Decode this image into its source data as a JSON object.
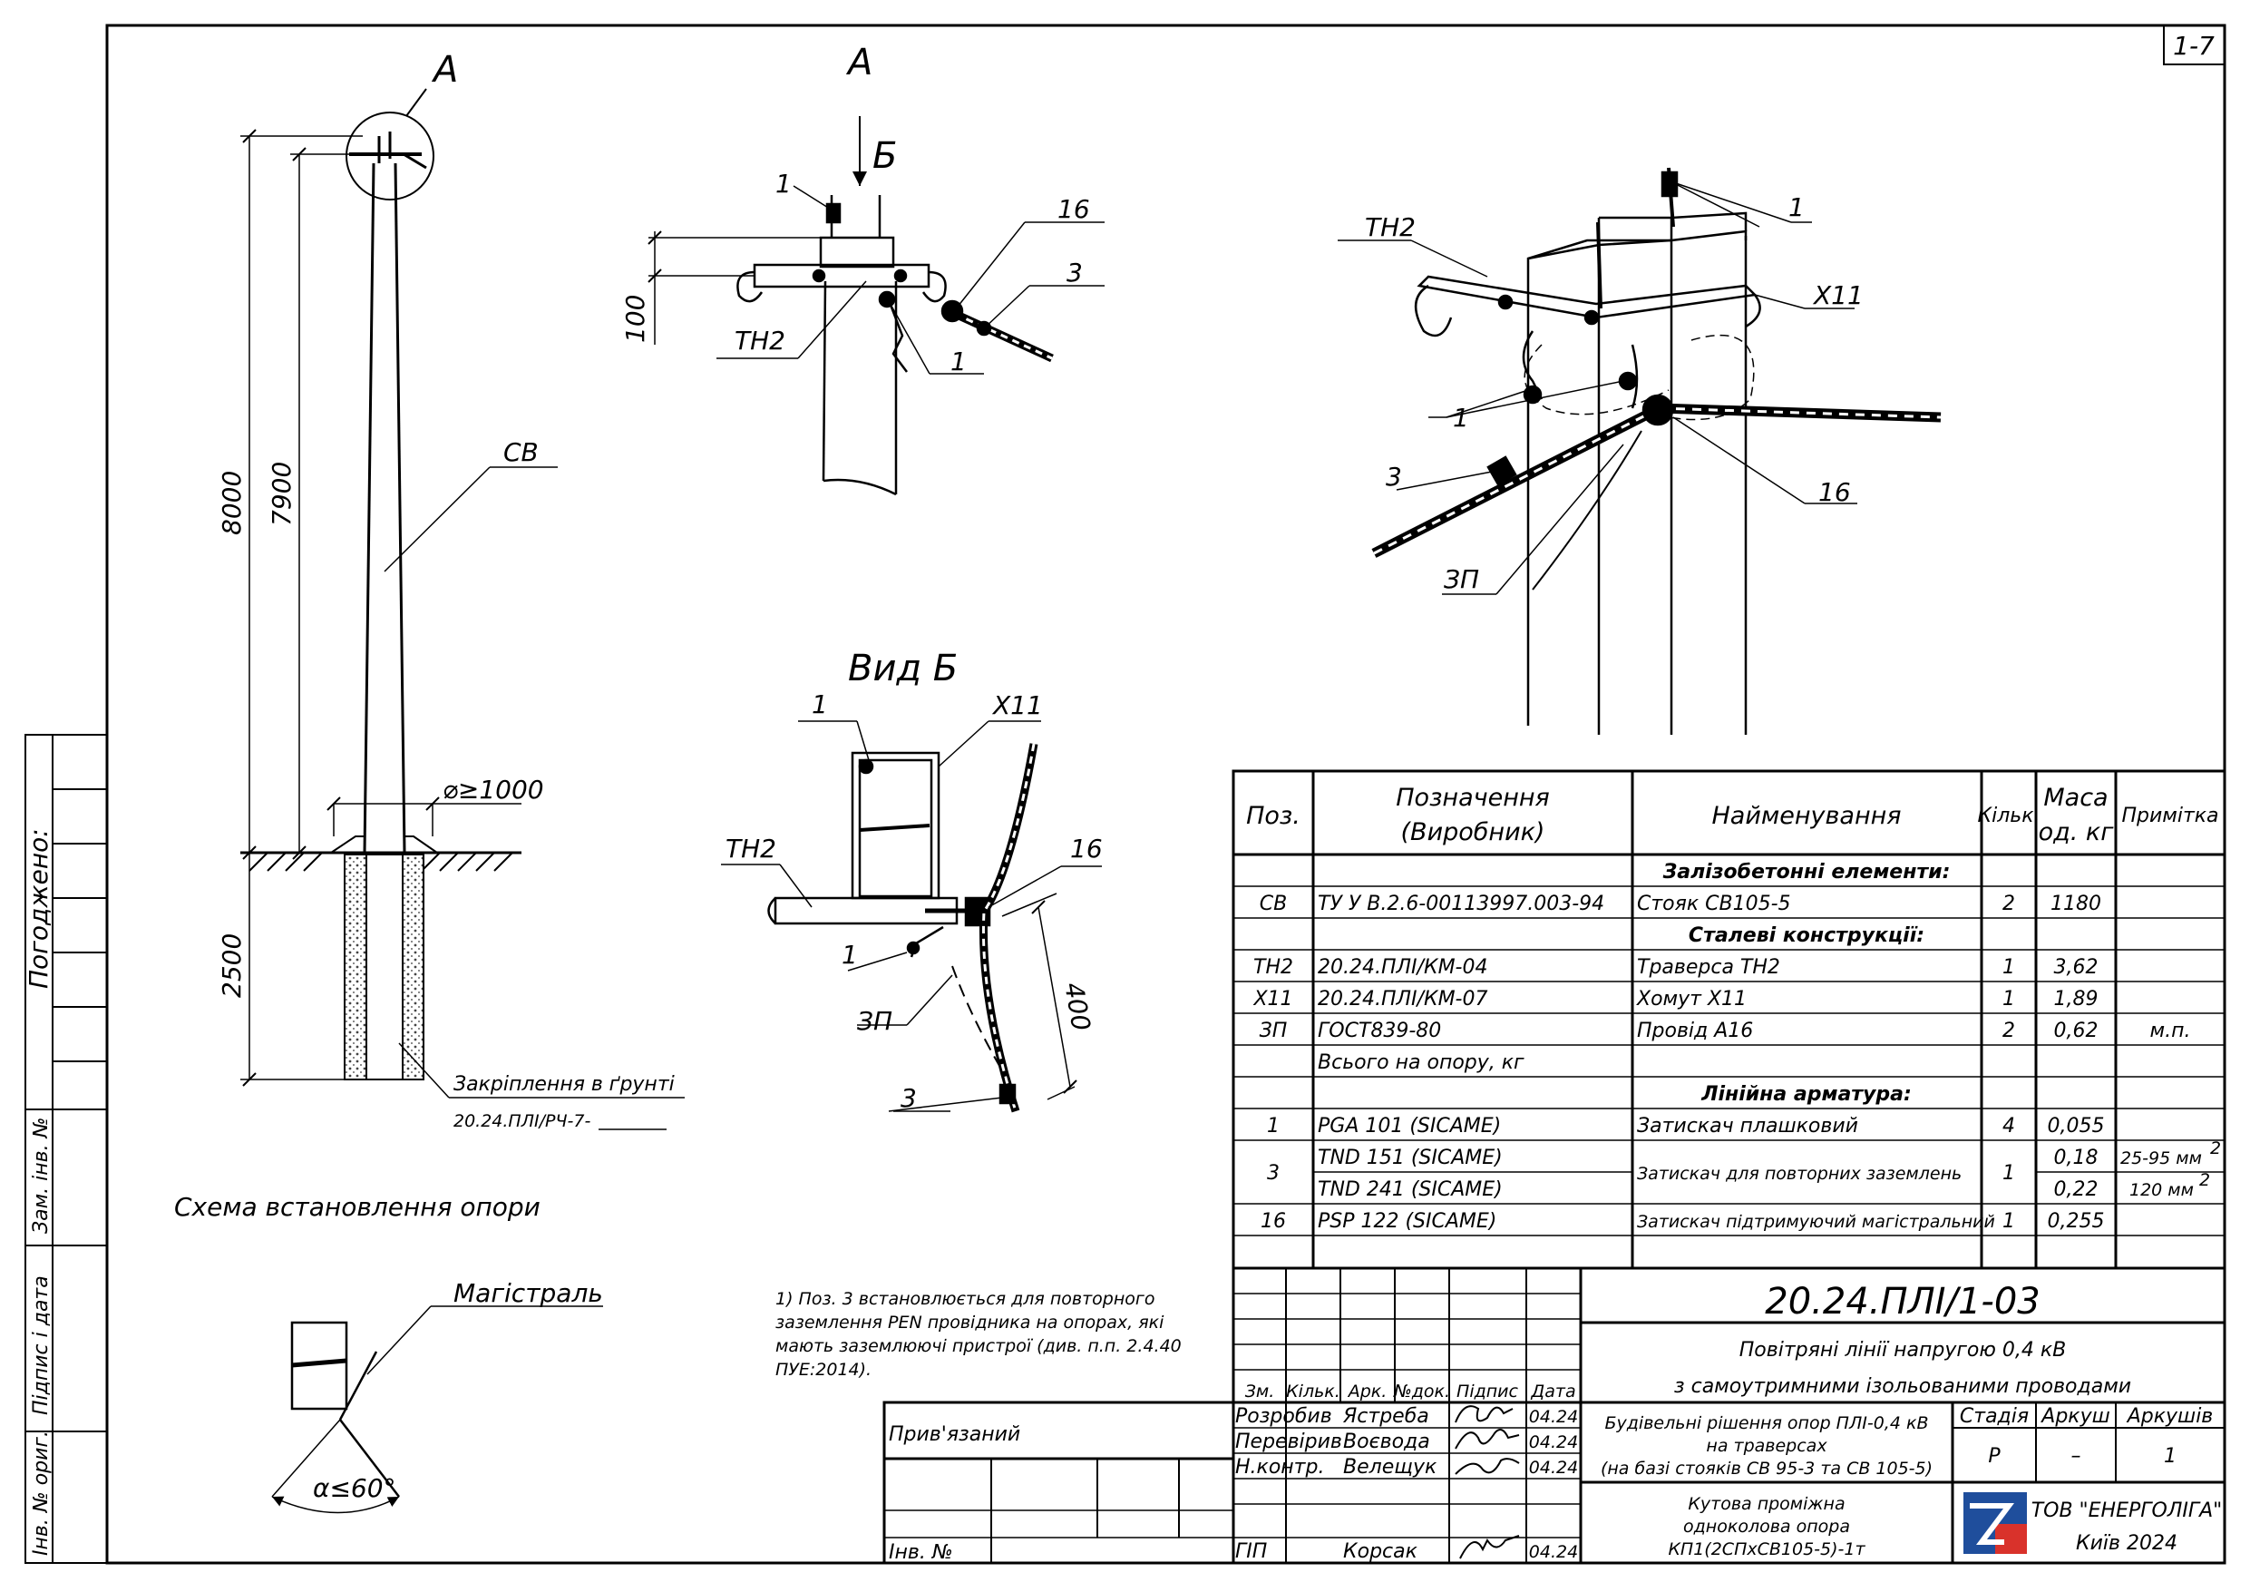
{
  "sheet_number": "1-7",
  "side_stamp": {
    "agreed": "Погоджено:",
    "replacement": "Зам. інв. №",
    "signature_date": "Підпис і дата",
    "inventory_original": "Інв. № ориг."
  },
  "pole_scheme": {
    "node_label": "А",
    "pole_label": "СВ",
    "dim_total": "8000",
    "dim_above": "7900",
    "dim_ground": "2500",
    "dim_diameter": "⌀≥1000",
    "fixing_label": "Закріплення в ґрунті",
    "fixing_doc": "20.24.ПЛІ/РЧ-7-",
    "caption": "Схема встановлення опори"
  },
  "detail_a": {
    "title": "А",
    "view_label": "Б",
    "labels": {
      "pos1_top": "1",
      "pos1_bottom": "1",
      "pos16": "16",
      "pos3": "3",
      "tn2": "ТН2"
    },
    "dim_100": "100"
  },
  "view_b": {
    "title": "Вид Б",
    "labels": {
      "pos1_top": "1",
      "x11": "Х11",
      "tn2": "ТН2",
      "pos16": "16",
      "pos1_bottom": "1",
      "zp": "ЗП",
      "pos3": "3"
    },
    "dim_400": "400"
  },
  "iso_view": {
    "labels": {
      "tn2": "ТН2",
      "pos1_top": "1",
      "x11": "Х11",
      "pos1_left": "1",
      "pos3": "3",
      "pos16": "16",
      "zp": "ЗП"
    }
  },
  "main_line": {
    "title": "Магістраль",
    "angle": "α≤60°"
  },
  "note": {
    "lines": [
      "1) Поз. 3 встановлюється для повторного",
      "заземлення PEN провідника на опорах, які",
      "мають заземлюючі пристрої (див. п.п. 2.4.40",
      "ПУЕ:2014)."
    ]
  },
  "spec_table": {
    "headers": {
      "pos": "Поз.",
      "designation_1": "Позначення",
      "designation_2": "(Виробник)",
      "name": "Найменування",
      "qty": "Кільк.",
      "mass_1": "Маса",
      "mass_2": "од. кг",
      "note": "Примітка"
    },
    "sections": {
      "concrete": "Залізобетонні елементи:",
      "steel": "Сталеві конструкції:",
      "fittings": "Лінійна арматура:"
    },
    "rows": [
      {
        "pos": "СВ",
        "designation": "ТУ У В.2.6-00113997.003-94",
        "name": "Стояк СВ105-5",
        "qty": "2",
        "mass": "1180",
        "note": ""
      },
      {
        "pos": "ТН2",
        "designation": "20.24.ПЛІ/КМ-04",
        "name": "Траверса ТН2",
        "qty": "1",
        "mass": "3,62",
        "note": ""
      },
      {
        "pos": "Х11",
        "designation": "20.24.ПЛІ/КМ-07",
        "name": "Хомут Х11",
        "qty": "1",
        "mass": "1,89",
        "note": ""
      },
      {
        "pos": "ЗП",
        "designation": "ГОСТ839-80",
        "name": "Провід А16",
        "qty": "2",
        "mass": "0,62",
        "note": "м.п."
      },
      {
        "pos": "",
        "designation": "Всього на опору, кг",
        "name": "",
        "qty": "",
        "mass": "",
        "note": ""
      },
      {
        "pos": "1",
        "designation": "PGA 101  (SICAME)",
        "name": "Затискач плашковий",
        "qty": "4",
        "mass": "0,055",
        "note": ""
      },
      {
        "pos": "3",
        "designation": "TND 151  (SICAME)",
        "designation_2": "TND 241  (SICAME)",
        "name": "Затискач для повторних заземлень",
        "qty": "1",
        "mass": "0,18",
        "mass_2": "0,22",
        "note": "25-95 мм",
        "note_2": "120 мм",
        "sup": "2"
      },
      {
        "pos": "16",
        "designation": "PSP 122  (SICAME)",
        "name": "Затискач підтримуючий магістральний",
        "qty": "1",
        "mass": "0,255",
        "note": ""
      }
    ]
  },
  "title_block": {
    "doc_code": "20.24.ПЛІ/1-03",
    "project_1": "Повітряні лінії напругою 0,4 кВ",
    "project_2": "з самоутримними ізольованими проводами",
    "sheet_title_1": "Будівельні рішення опор ПЛІ-0,4 кВ",
    "sheet_title_2": "на траверсах",
    "sheet_title_3": "(на базі стояків СВ 95-3 та СВ 105-5)",
    "drawing_name_1": "Кутова проміжна",
    "drawing_name_2": "одноколова опора",
    "drawing_name_3": "КП1(2СПхСВ105-5)-1т",
    "col_headers": {
      "change": "Зм.",
      "qty": "Кільк.",
      "sheet": "Арк.",
      "doc_no": "№док.",
      "signature": "Підпис",
      "date": "Дата"
    },
    "stage_label": "Стадія",
    "sheet_label": "Аркуш",
    "sheets_label": "Аркушів",
    "stage": "Р",
    "sheet": "–",
    "sheets": "1",
    "bound": "Прив'язаний",
    "inv": "Інв. №",
    "roles": [
      {
        "role": "Розробив",
        "name": "Ястреба",
        "date": "04.24"
      },
      {
        "role": "Перевірив",
        "name": "Воєвода",
        "date": "04.24"
      },
      {
        "role": "Н.контр.",
        "name": "Велещук",
        "date": "04.24"
      },
      {
        "role": "ГІП",
        "name": "Корсак",
        "date": "04.24"
      }
    ],
    "company": "ТОВ \"ЕНЕРГОЛІГА\"",
    "city_year": "Київ 2024"
  }
}
